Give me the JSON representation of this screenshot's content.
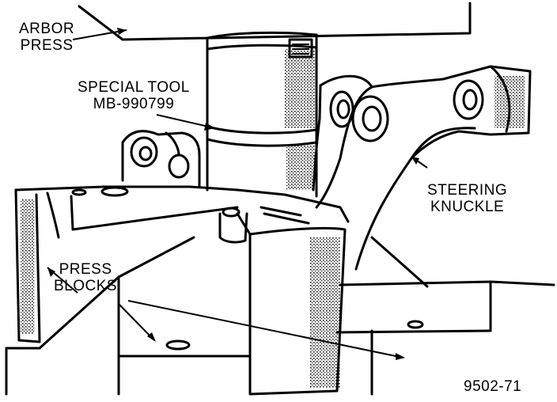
{
  "labels": {
    "arbor_press": [
      "ARBOR",
      "PRESS"
    ],
    "special_tool": [
      "SPECIAL TOOL",
      "MB-990799"
    ],
    "steering_knuckle": [
      "STEERING",
      "KNUCKLE"
    ],
    "press_blocks": [
      "PRESS",
      "BLOCKS"
    ],
    "figure_id": "9502-71"
  },
  "colors": {
    "ink": "#000000",
    "paper": "#ffffff"
  }
}
